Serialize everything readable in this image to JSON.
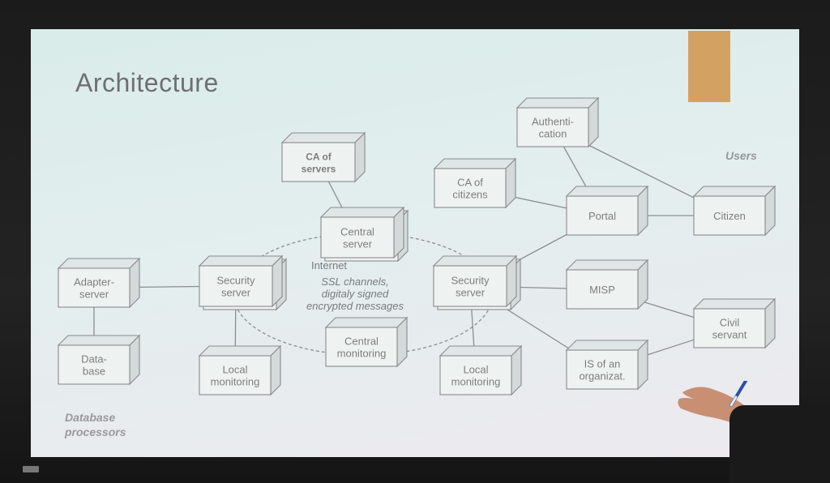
{
  "title": "Architecture",
  "nodes": [
    {
      "id": "ca-servers",
      "lines": [
        "CA of",
        "servers"
      ],
      "bold": true
    },
    {
      "id": "central-server",
      "lines": [
        "Central",
        "server"
      ]
    },
    {
      "id": "authentication",
      "lines": [
        "Authenti-",
        "cation"
      ]
    },
    {
      "id": "ca-citizens",
      "lines": [
        "CA of",
        "citizens"
      ]
    },
    {
      "id": "portal",
      "lines": [
        "Portal"
      ]
    },
    {
      "id": "citizen",
      "lines": [
        "Citizen"
      ]
    },
    {
      "id": "adapter-server",
      "lines": [
        "Adapter-",
        "server"
      ]
    },
    {
      "id": "security-server-left",
      "lines": [
        "Security",
        "server"
      ]
    },
    {
      "id": "security-server-right",
      "lines": [
        "Security",
        "server"
      ]
    },
    {
      "id": "misp",
      "lines": [
        "MISP"
      ]
    },
    {
      "id": "civil-servant",
      "lines": [
        "Civil",
        "servant"
      ]
    },
    {
      "id": "database",
      "lines": [
        "Data-",
        "base"
      ]
    },
    {
      "id": "local-monitoring-left",
      "lines": [
        "Local",
        "monitoring"
      ]
    },
    {
      "id": "central-monitoring",
      "lines": [
        "Central",
        "monitoring"
      ]
    },
    {
      "id": "local-monitoring-right",
      "lines": [
        "Local",
        "monitoring"
      ]
    },
    {
      "id": "is-organization",
      "lines": [
        "IS of an",
        "organizat."
      ]
    }
  ],
  "internet": {
    "label": "Internet",
    "lines": [
      "SSL channels,",
      "digitaly signed",
      "encrypted messages"
    ]
  },
  "groups": {
    "users": "Users",
    "database_processors": [
      "Database",
      "processors"
    ]
  },
  "colors": {
    "accent": "#d3a263",
    "node_stroke": "#8a8a8a",
    "node_fill": "#eef3f2",
    "line": "#8d8d8d"
  }
}
